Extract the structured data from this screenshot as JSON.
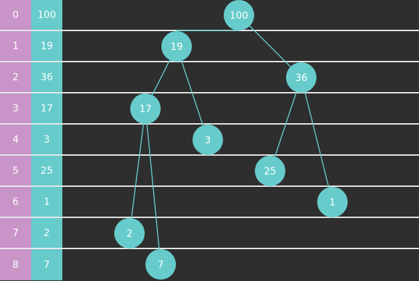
{
  "array": {
    "indices": [
      "0",
      "1",
      "2",
      "3",
      "4",
      "5",
      "6",
      "7",
      "8"
    ],
    "values": [
      "100",
      "19",
      "36",
      "17",
      "3",
      "25",
      "1",
      "2",
      "7"
    ]
  },
  "tree": {
    "nodes": [
      {
        "label": "100"
      },
      {
        "label": "19"
      },
      {
        "label": "36"
      },
      {
        "label": "17"
      },
      {
        "label": "3"
      },
      {
        "label": "25"
      },
      {
        "label": "1"
      },
      {
        "label": "2"
      },
      {
        "label": "7"
      }
    ],
    "edges": [
      [
        0,
        1
      ],
      [
        0,
        2
      ],
      [
        1,
        3
      ],
      [
        1,
        4
      ],
      [
        2,
        5
      ],
      [
        2,
        6
      ],
      [
        3,
        7
      ],
      [
        3,
        8
      ]
    ]
  },
  "colors": {
    "background": "#2e2e2e",
    "index_column": "#c994c7",
    "value_column": "#67cbcb",
    "node": "#67cbcb",
    "edge": "#67cbcb",
    "row_divider": "#e8e8e8"
  }
}
